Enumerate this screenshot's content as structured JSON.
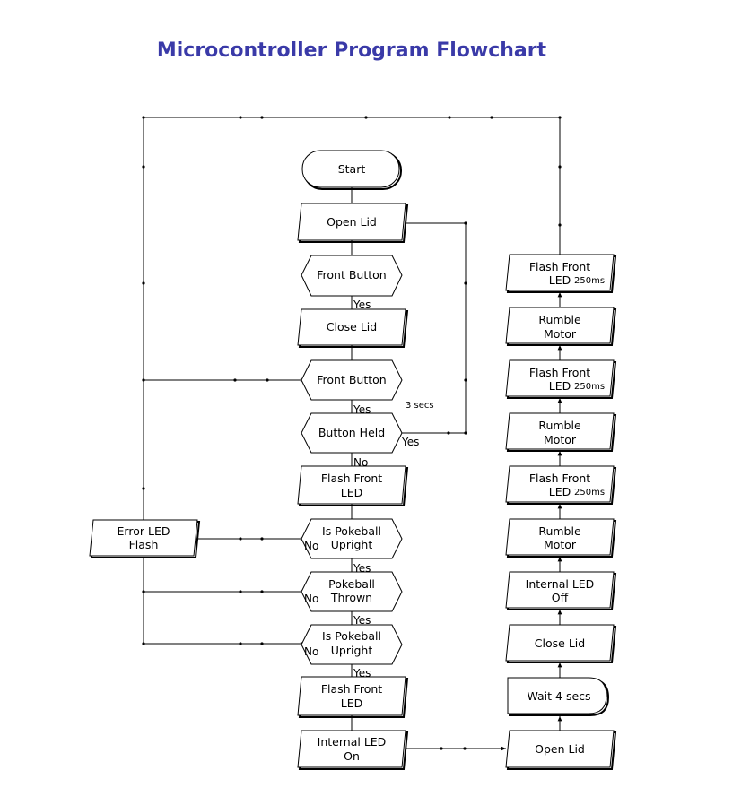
{
  "title": "Microcontroller Program Flowchart",
  "nodes": {
    "start": "Start",
    "open_lid_1": "Open Lid",
    "front_button_1": "Front Button",
    "close_lid_1": "Close Lid",
    "front_button_2": "Front Button",
    "button_held": "Button Held",
    "flash_front_led_1": [
      "Flash Front",
      "LED"
    ],
    "is_pokeball_upright_1": [
      "Is Pokeball",
      "Upright"
    ],
    "pokeball_thrown": [
      "Pokeball",
      "Thrown"
    ],
    "is_pokeball_upright_2": [
      "Is Pokeball",
      "Upright"
    ],
    "flash_front_led_2": [
      "Flash Front",
      "LED"
    ],
    "internal_led_on": [
      "Internal LED",
      "On"
    ],
    "error_led_flash": [
      "Error LED",
      "Flash"
    ],
    "open_lid_2": "Open Lid",
    "wait_4_secs": "Wait 4 secs",
    "close_lid_2": "Close Lid",
    "internal_led_off": [
      "Internal LED",
      "Off"
    ],
    "rumble_motor_1": [
      "Rumble",
      "Motor"
    ],
    "flash_front_led_250_1": [
      "Flash Front",
      "LED",
      "250ms"
    ],
    "rumble_motor_2": [
      "Rumble",
      "Motor"
    ],
    "flash_front_led_250_2": [
      "Flash Front",
      "LED",
      "250ms"
    ],
    "rumble_motor_3": [
      "Rumble",
      "Motor"
    ],
    "flash_front_led_250_3": [
      "Flash Front",
      "LED",
      "250ms"
    ]
  },
  "edge_labels": {
    "yes": "Yes",
    "no": "No",
    "three_secs": "3 secs"
  }
}
